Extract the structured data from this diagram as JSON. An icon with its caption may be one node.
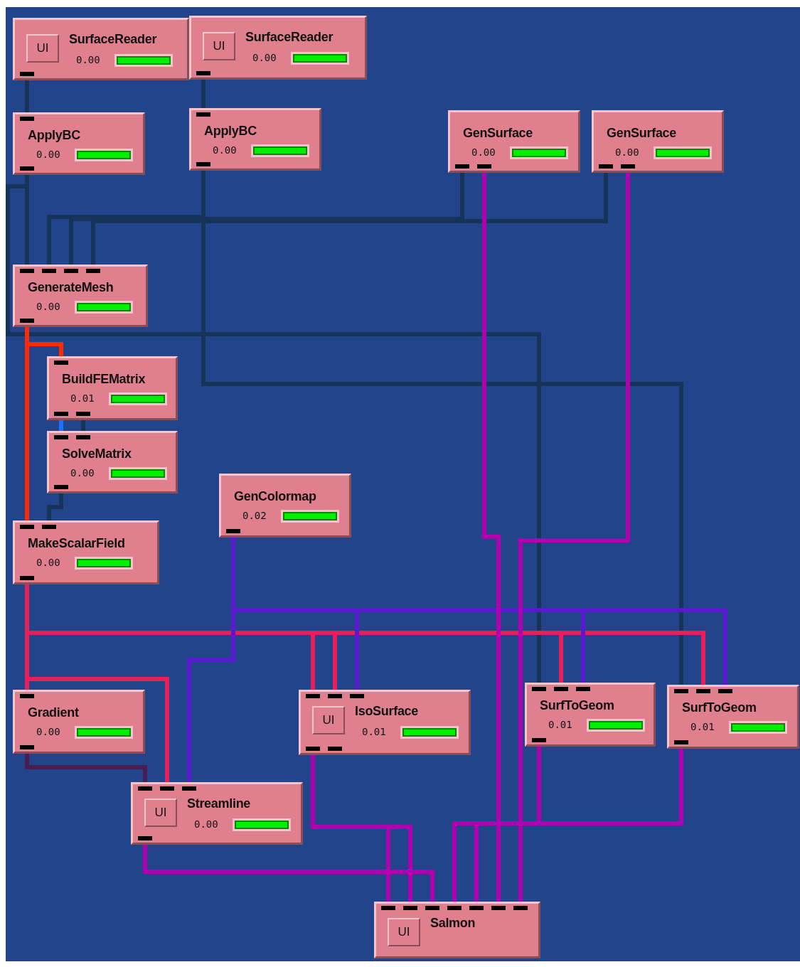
{
  "diagram": {
    "nodes": [
      {
        "text": [
          "UI",
          "SurfaceReader",
          "0.00"
        ]
      },
      {
        "text": [
          "UI",
          "SurfaceReader",
          "0.00"
        ]
      },
      {
        "text": [
          "ApplyBC",
          "0.00"
        ]
      },
      {
        "text": [
          "ApplyBC",
          "0.00"
        ]
      },
      {
        "text": [
          "GenSurface",
          "0.00"
        ]
      },
      {
        "text": [
          "GenSurface",
          "0.00"
        ]
      },
      {
        "text": [
          "GenerateMesh",
          "0.00"
        ]
      },
      {
        "text": [
          "BuildFEMatrix",
          "0.01"
        ]
      },
      {
        "text": [
          "SolveMatrix",
          "0.00"
        ]
      },
      {
        "text": [
          "GenColormap",
          "0.02"
        ]
      },
      {
        "text": [
          "MakeScalarField",
          "0.00"
        ]
      },
      {
        "text": [
          "Gradient",
          "0.00"
        ]
      },
      {
        "text": [
          "UI",
          "IsoSurface",
          "0.01"
        ]
      },
      {
        "text": [
          "SurfToGeom",
          "0.01"
        ]
      },
      {
        "text": [
          "SurfToGeom",
          "0.01"
        ]
      },
      {
        "text": [
          "UI",
          "Streamline",
          "0.00"
        ]
      },
      {
        "text": [
          "UI",
          "Salmon"
        ]
      }
    ],
    "edges": [
      {
        "from": 0,
        "to": 2,
        "arrow": "none"
      },
      {
        "from": 1,
        "to": 3,
        "arrow": "none"
      },
      {
        "from": 2,
        "to": 6,
        "arrow": "none"
      },
      {
        "from": 3,
        "to": 6,
        "arrow": "none"
      },
      {
        "from": 4,
        "to": 6,
        "arrow": "none"
      },
      {
        "from": 5,
        "to": 6,
        "arrow": "none"
      },
      {
        "from": 2,
        "to": 13,
        "arrow": "none"
      },
      {
        "from": 3,
        "to": 14,
        "arrow": "none"
      },
      {
        "from": 6,
        "to": 7,
        "arrow": "none",
        "color": "#ff2a00"
      },
      {
        "from": 6,
        "to": 10,
        "arrow": "none",
        "color": "#ff2a00"
      },
      {
        "from": 7,
        "to": 8,
        "arrow": "none",
        "color": "#1e6fff"
      },
      {
        "from": 7,
        "to": 8,
        "arrow": "none"
      },
      {
        "from": 8,
        "to": 10,
        "arrow": "none"
      },
      {
        "from": 10,
        "to": 11,
        "arrow": "none",
        "color": "#e8205a"
      },
      {
        "from": 10,
        "to": 15,
        "arrow": "none",
        "color": "#e8205a"
      },
      {
        "from": 10,
        "to": 12,
        "arrow": "none",
        "color": "#e8205a"
      },
      {
        "from": 10,
        "to": 12,
        "arrow": "none",
        "color": "#e8205a"
      },
      {
        "from": 10,
        "to": 13,
        "arrow": "none",
        "color": "#e8205a"
      },
      {
        "from": 10,
        "to": 14,
        "arrow": "none",
        "color": "#e8205a"
      },
      {
        "from": 9,
        "to": 15,
        "arrow": "none",
        "color": "#5a18d0"
      },
      {
        "from": 9,
        "to": 12,
        "arrow": "none",
        "color": "#5a18d0"
      },
      {
        "from": 9,
        "to": 13,
        "arrow": "none",
        "color": "#5a18d0"
      },
      {
        "from": 9,
        "to": 14,
        "arrow": "none",
        "color": "#5a18d0"
      },
      {
        "from": 11,
        "to": 15,
        "arrow": "none",
        "color": "#4a1d52"
      },
      {
        "from": 12,
        "to": 16,
        "arrow": "none",
        "color": "#b000b0"
      },
      {
        "from": 12,
        "to": 16,
        "arrow": "none",
        "color": "#b000b0"
      },
      {
        "from": 15,
        "to": 16,
        "arrow": "none",
        "color": "#b000b0"
      },
      {
        "from": 13,
        "to": 16,
        "arrow": "none",
        "color": "#b000b0"
      },
      {
        "from": 14,
        "to": 16,
        "arrow": "none",
        "color": "#b000b0"
      },
      {
        "from": 4,
        "to": 16,
        "arrow": "none",
        "color": "#b000b0"
      },
      {
        "from": 5,
        "to": 16,
        "arrow": "none",
        "color": "#b000b0"
      }
    ]
  }
}
